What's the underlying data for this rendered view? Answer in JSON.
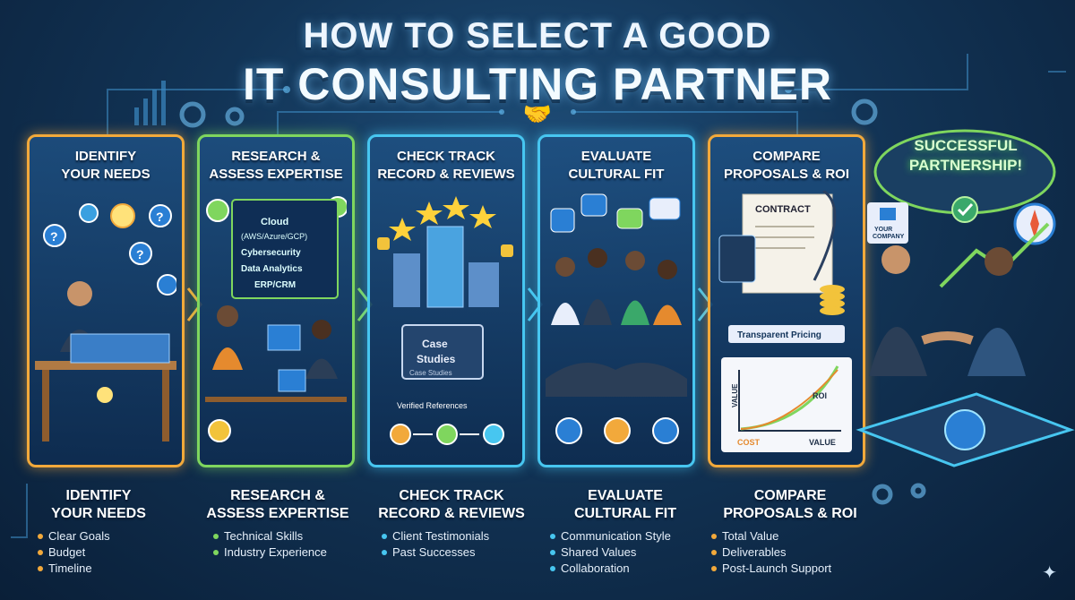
{
  "title": {
    "line1": "HOW TO SELECT A GOOD",
    "line2": "IT CONSULTING PARTNER"
  },
  "colors": {
    "orange": "#f2a93b",
    "green": "#7fd65e",
    "blue": "#47c6f0",
    "background": "#123456"
  },
  "panels": [
    {
      "heading_l1": "IDENTIFY",
      "heading_l2": "YOUR NEEDS",
      "color": "orange"
    },
    {
      "heading_l1": "RESEARCH &",
      "heading_l2": "ASSESS EXPERTISE",
      "color": "green",
      "screen_l1": "Cloud",
      "screen_l2": "(AWS/Azure/GCP)",
      "screen_l3": "Cybersecurity",
      "screen_l4": "Data Analytics",
      "screen_l5": "ERP/CRM"
    },
    {
      "heading_l1": "CHECK TRACK",
      "heading_l2": "RECORD & REVIEWS",
      "color": "blue",
      "book_l1": "Case",
      "book_l2": "Studies",
      "book_spine": "Case Studies",
      "ref_label": "Verified References"
    },
    {
      "heading_l1": "EVALUATE",
      "heading_l2": "CULTURAL FIT",
      "color": "blue"
    },
    {
      "heading_l1": "COMPARE",
      "heading_l2": "PROPOSALS & ROI",
      "color": "orange",
      "contract_label": "CONTRACT",
      "pricing_label": "Transparent Pricing",
      "graph_y": "VALUE",
      "graph_roi": "ROI",
      "graph_cost": "COST",
      "graph_x": "VALUE"
    }
  ],
  "success": {
    "line1": "SUCCESSFUL",
    "line2": "PARTNERSHIP!",
    "company_l1": "YOUR",
    "company_l2": "COMPANY"
  },
  "columns": [
    {
      "title_l1": "IDENTIFY",
      "title_l2": "YOUR NEEDS",
      "color": "orange",
      "items": [
        "Clear Goals",
        "Budget",
        "Timeline"
      ]
    },
    {
      "title_l1": "RESEARCH &",
      "title_l2": "ASSESS EXPERTISE",
      "color": "green",
      "items": [
        "Technical Skills",
        "Industry Experience"
      ]
    },
    {
      "title_l1": "CHECK TRACK",
      "title_l2": "RECORD & REVIEWS",
      "color": "blue",
      "items": [
        "Client Testimonials",
        "Past Successes"
      ]
    },
    {
      "title_l1": "EVALUATE",
      "title_l2": "CULTURAL FIT",
      "color": "blue",
      "items": [
        "Communication Style",
        "Shared Values",
        "Collaboration"
      ]
    },
    {
      "title_l1": "COMPARE",
      "title_l2": "PROPOSALS & ROI",
      "color": "orange",
      "items": [
        "Total Value",
        "Deliverables",
        "Post-Launch Support"
      ]
    }
  ]
}
